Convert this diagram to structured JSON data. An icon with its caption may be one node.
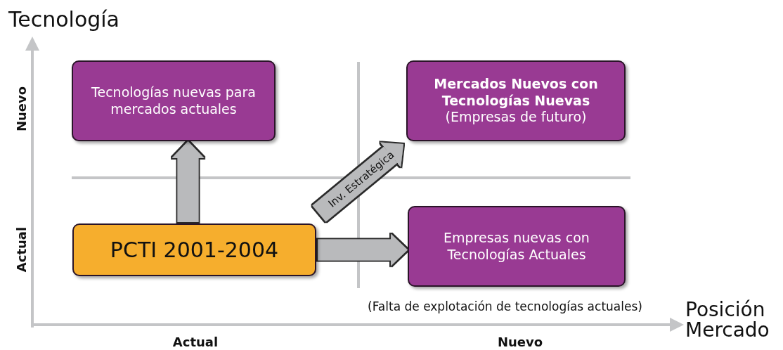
{
  "diagram": {
    "nodes": [
      {
        "text": [
          "Tecnologías nuevas para mercados actuales"
        ]
      },
      {
        "text": [
          "Mercados Nuevos con Tecnologías Nuevas",
          "(Empresas de futuro)"
        ]
      },
      {
        "text": [
          "PCTI 2001-2004"
        ]
      },
      {
        "text": [
          "Empresas nuevas con Tecnologías Actuales"
        ]
      }
    ],
    "edges": [
      {
        "from": 2,
        "to": 0,
        "arrow": "to"
      },
      {
        "from": 2,
        "to": 1,
        "arrow": "to",
        "label": "Inv. Estratégica"
      },
      {
        "from": 2,
        "to": 3,
        "arrow": "to"
      }
    ],
    "labels": [
      "Tecnología",
      "Nuevo",
      "Actual",
      "(Falta de explotación de tecnologías actuales)",
      "Posición Mercado",
      "Actual",
      "Nuevo"
    ]
  }
}
